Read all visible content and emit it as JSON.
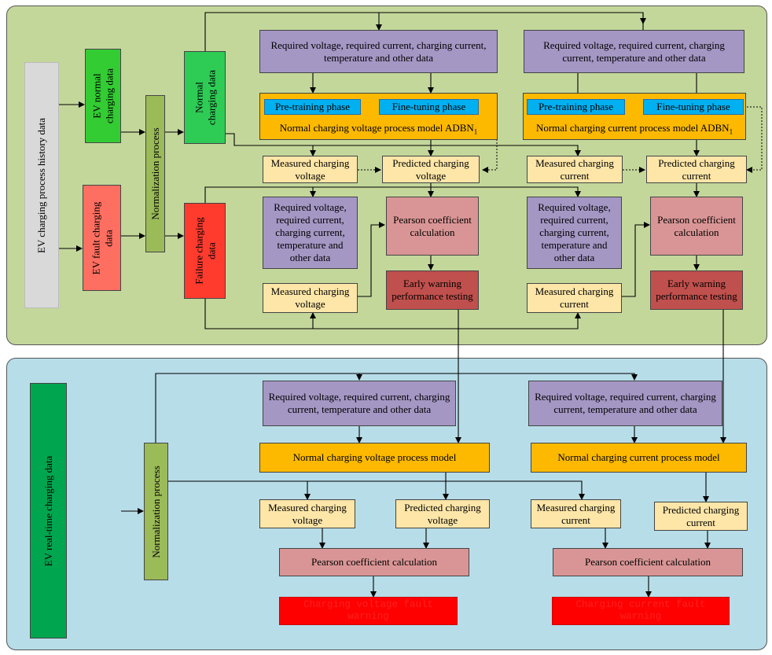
{
  "colors": {
    "top_panel": "#c4d79b",
    "bottom_panel": "#b7dde8",
    "history": "#d9d9d9",
    "normal_data": "#33cc33",
    "fault_data": "#ff6f61",
    "normalization": "#9bbb59",
    "normal_charging": "#2ecc55",
    "failure_charging": "#ff3b2e",
    "realtime": "#00a550",
    "inputs": "#a497c4",
    "measured": "#fde6a8",
    "model": "#fcb900",
    "phase": "#00b0f0",
    "pearson": "#d99595",
    "early_warning": "#c0504d",
    "fault_warning": "#fe0000"
  },
  "top": {
    "history_label": "EV charging process history data",
    "normal_data_label": "EV normal\ncharging data",
    "fault_data_label": "EV fault charging\ndata",
    "normalization_label": "Normalization process",
    "normal_charging_label": "Normal\ncharging data",
    "failure_charging_label": "Failure charging\ndata",
    "voltage": {
      "inputs": "Required voltage, required current, charging current, temperature and other data",
      "pretraining": "Pre-training phase",
      "finetuning": "Fine-tuning phase",
      "model_label": "Normal charging voltage process model ADBN",
      "model_sub": "1",
      "measured": "Measured charging voltage",
      "predicted": "Predicted charging voltage",
      "fault_inputs": "Required voltage, required current, charging current, temperature and other data",
      "pearson": "Pearson coefficient calculation",
      "measured2": "Measured charging voltage",
      "early": "Early warning performance testing"
    },
    "current": {
      "inputs": "Required voltage, required current, charging current, temperature and other data",
      "pretraining": "Pre-training phase",
      "finetuning": "Fine-tuning phase",
      "model_label": "Normal charging current process model ADBN",
      "model_sub": "1",
      "measured": "Measured charging current",
      "predicted": "Predicted charging current",
      "fault_inputs": "Required voltage, required current, charging current, temperature and other data",
      "pearson": "Pearson coefficient calculation",
      "measured2": "Measured charging current",
      "early": "Early warning performance testing"
    }
  },
  "bottom": {
    "realtime_label": "EV real-time charging data",
    "normalization_label": "Normalization process",
    "voltage": {
      "inputs": "Required voltage, required current, charging current, temperature and other data",
      "model": "Normal charging voltage process model",
      "measured": "Measured charging voltage",
      "predicted": "Predicted charging voltage",
      "pearson": "Pearson coefficient calculation",
      "warning": "Charging voltage fault warning"
    },
    "current": {
      "inputs": "Required voltage, required current, charging current, temperature and other data",
      "model": "Normal charging current process model",
      "measured": "Measured charging current",
      "predicted": "Predicted charging current",
      "pearson": "Pearson coefficient calculation",
      "warning": "Charging current fault warning"
    }
  }
}
